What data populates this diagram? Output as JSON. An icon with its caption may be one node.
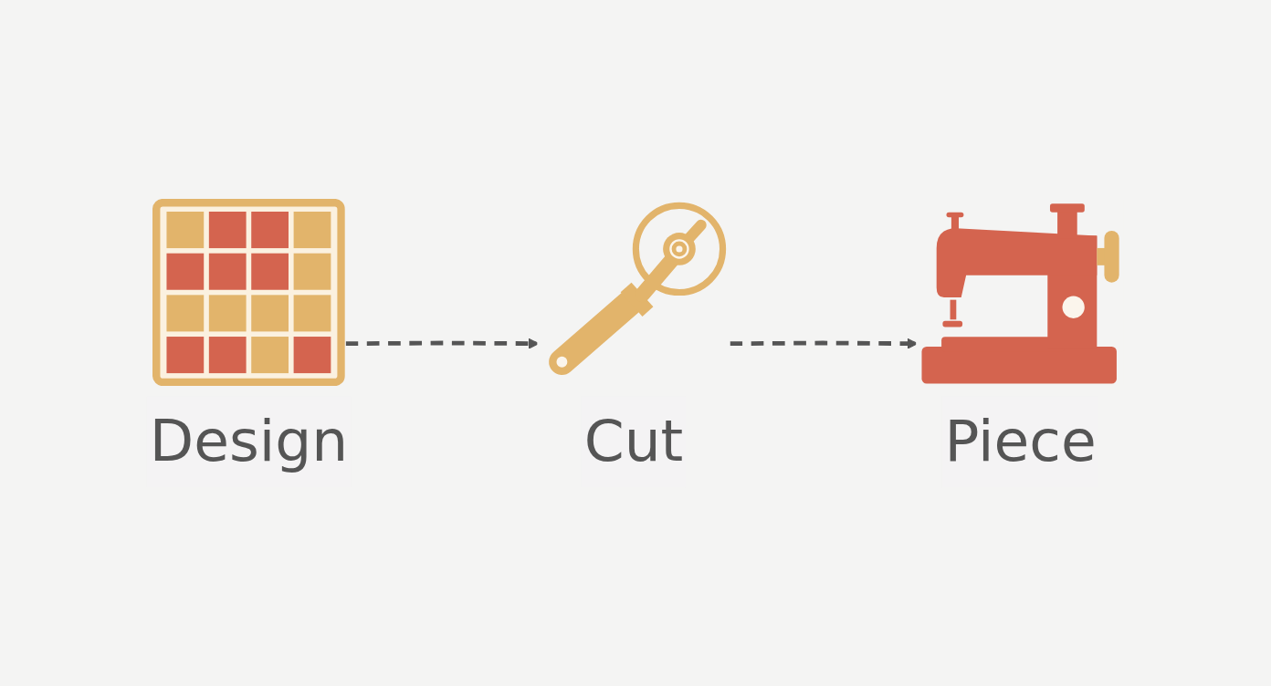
{
  "diagram": {
    "nodes": [
      {
        "text": [
          "Design"
        ]
      },
      {
        "text": [
          "Cut"
        ]
      },
      {
        "text": [
          "Piece"
        ]
      }
    ],
    "edges": [
      {
        "from": 0,
        "to": 1,
        "arrow": "to",
        "style": "dashed"
      },
      {
        "from": 1,
        "to": 2,
        "arrow": "to",
        "style": "dashed"
      }
    ]
  }
}
